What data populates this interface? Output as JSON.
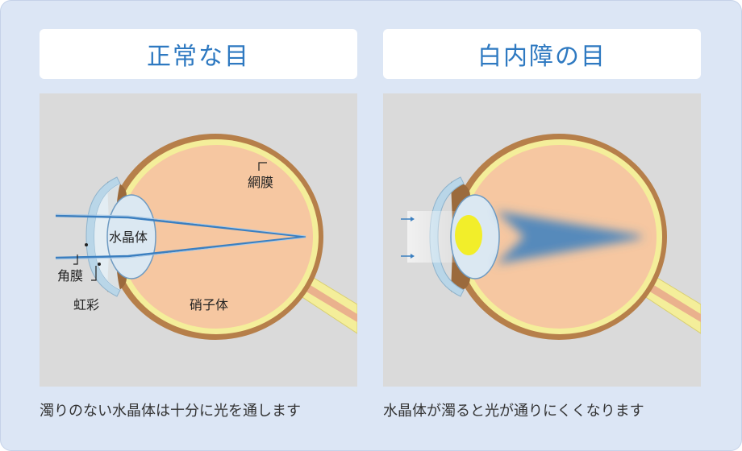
{
  "left": {
    "title": "正常な目",
    "caption": "濁りのない水晶体は十分に光を通します",
    "labels": {
      "lens": "水晶体",
      "retina": "網膜",
      "cornea": "角膜",
      "iris": "虹彩",
      "vitreous": "硝子体"
    }
  },
  "right": {
    "title": "白内障の目",
    "caption": "水晶体が濁ると光が通りにくくなります"
  },
  "colors": {
    "background": "#dce6f5",
    "title_text": "#2e79c1",
    "eyeball": "#f6c7a1",
    "sclera": "#b67f4a",
    "retina": "#f4ee9a",
    "light_ray": "#3b7fc0",
    "cataract": "#f2ee2a"
  }
}
